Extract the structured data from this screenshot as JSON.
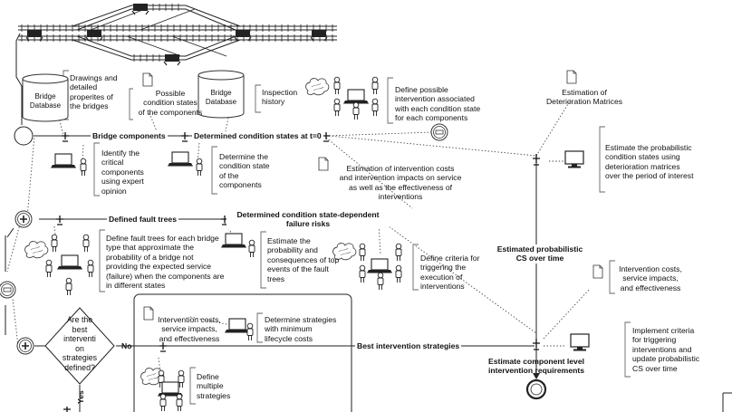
{
  "databases": {
    "db1": "Bridge\nDatabase",
    "db2": "Bridge\nDatabase"
  },
  "annotations": {
    "drawings": "Drawings and\ndetailed\nproperites of\nthe bridges",
    "possible_states": "Possible\ncondition states\nof the components",
    "inspection": "Inspection\nhistory",
    "define_interventions": "Define possible\nintervention associated\nwith each condition state\nfor each components",
    "est_matrices": "Estimation of\nDeterioration Matrices",
    "identify_critical": "Identify the\ncritical\ncomponents\nusing expert\nopinion",
    "determine_state": "Determine the\ncondition state\nof the\ncomponents",
    "est_costs": "Estimation of intervention costs\nand intervention impacts on service\nas well as the effectiveness of\ninterventions",
    "est_probabilistic": "Estimate the probabilistic\ncondition states using\ndeterioration matrices\nover the period of interest",
    "define_fault_trees": "Define fault trees for each bridge\ntype that approximate the\nprobability of a bridge not\nproviding the expected service\n(failure) when the components are\nin different states",
    "est_probability": "Estimate the\nprobability and\nconsequences of top\nevents of the fault\ntrees",
    "define_criteria": "Define criteria for\ntriggering the\nexecution of\ninterventions",
    "costs_right": "Intervention costs,\nservice impacts,\nand effectiveness",
    "costs_inner": "Intervention costs,\nservice impacts,\nand effectiveness",
    "determine_strategies": "Determine strategies\nwith minimum\nlifecycle costs",
    "define_multiple": "Define\nmultiple\nstrategies",
    "implement_criteria": "Implement criteria\nfor triggering\ninterventions and\nupdate probabilistic\nCS over time"
  },
  "flow_labels": {
    "bridge_components": "Bridge components",
    "determined_t0": "Determined condition states at t=0",
    "fault_trees": "Defined fault trees",
    "failure_risks": "Determined condition state-dependent\nfailure risks",
    "estimated_cs": "Estimated probabilistic\nCS over time",
    "best_strategies": "Best intervention strategies",
    "component_requirements": "Estimate component level\nintervention requirements"
  },
  "gateway": {
    "question": "Are the\nbest\ninterventi\non\nstrategies\ndefined?",
    "no": "No",
    "yes": "Yes"
  }
}
